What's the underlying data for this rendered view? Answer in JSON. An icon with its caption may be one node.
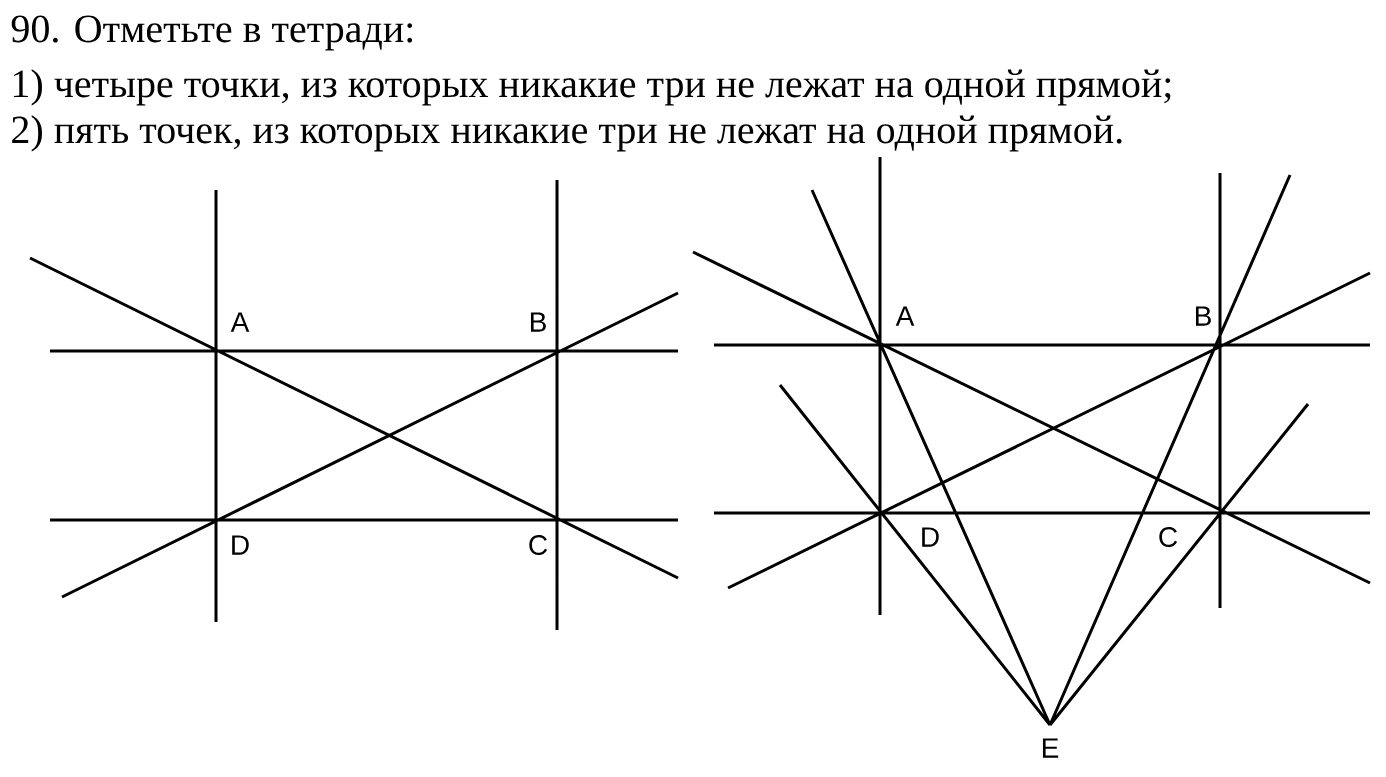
{
  "diagram": {
    "title": "90. Отметьте в тетради:",
    "labels": [
      "1) четыре точки, из которых никакие три не лежат на одной прямой;",
      "2) пять точек, из которых никакие три не лежат на одной прямой.",
      "A",
      "B",
      "D",
      "C",
      "A",
      "B",
      "D",
      "C",
      "E"
    ]
  }
}
